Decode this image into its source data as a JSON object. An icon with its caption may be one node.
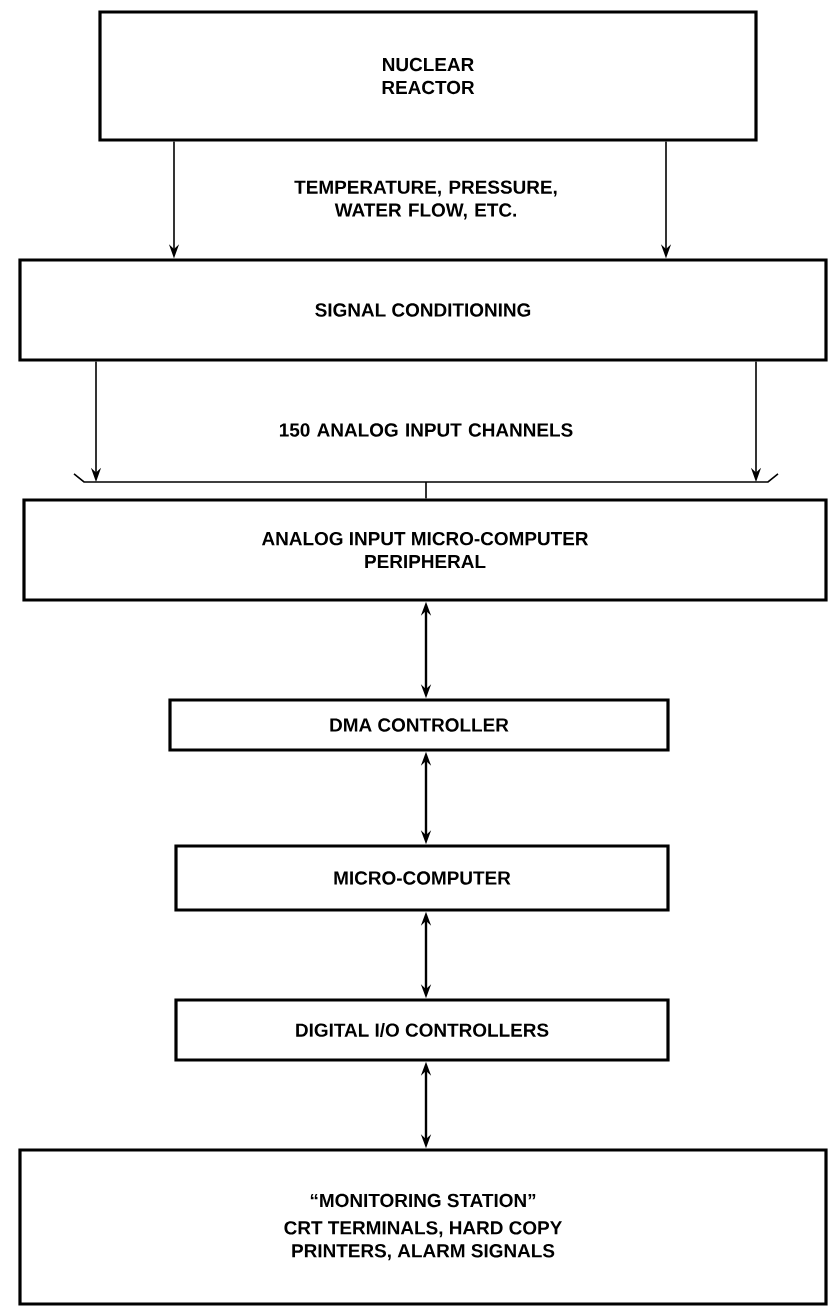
{
  "diagram": {
    "nodes": [
      {
        "text": [
          "NUCLEAR REACTOR"
        ]
      },
      {
        "text": [
          "SIGNAL CONDITIONING"
        ]
      },
      {
        "text": [
          "ANALOG INPUT MICRO-COMPUTER PERIPHERAL"
        ]
      },
      {
        "text": [
          "DMA CONTROLLER"
        ]
      },
      {
        "text": [
          "MICRO-COMPUTER"
        ]
      },
      {
        "text": [
          "DIGITAL I/O CONTROLLERS"
        ]
      },
      {
        "text": [
          "“MONITORING STATION”",
          "CRT TERMINALS, HARD COPY PRINTERS, ALARM SIGNALS"
        ]
      }
    ],
    "edges": [
      {
        "from": 0,
        "to": 1,
        "arrow": "to"
      },
      {
        "from": 0,
        "to": 1,
        "arrow": "to"
      },
      {
        "from": 1,
        "to": 2,
        "arrow": "to"
      },
      {
        "from": 1,
        "to": 2,
        "arrow": "to"
      },
      {
        "from": 2,
        "to": 3,
        "arrow": "both"
      },
      {
        "from": 3,
        "to": 4,
        "arrow": "both"
      },
      {
        "from": 4,
        "to": 5,
        "arrow": "both"
      },
      {
        "from": 5,
        "to": 6,
        "arrow": "both"
      }
    ],
    "labels": [
      "TEMPERATURE, PRESSURE, WATER FLOW, ETC.",
      "150 ANALOG INPUT CHANNELS"
    ]
  }
}
